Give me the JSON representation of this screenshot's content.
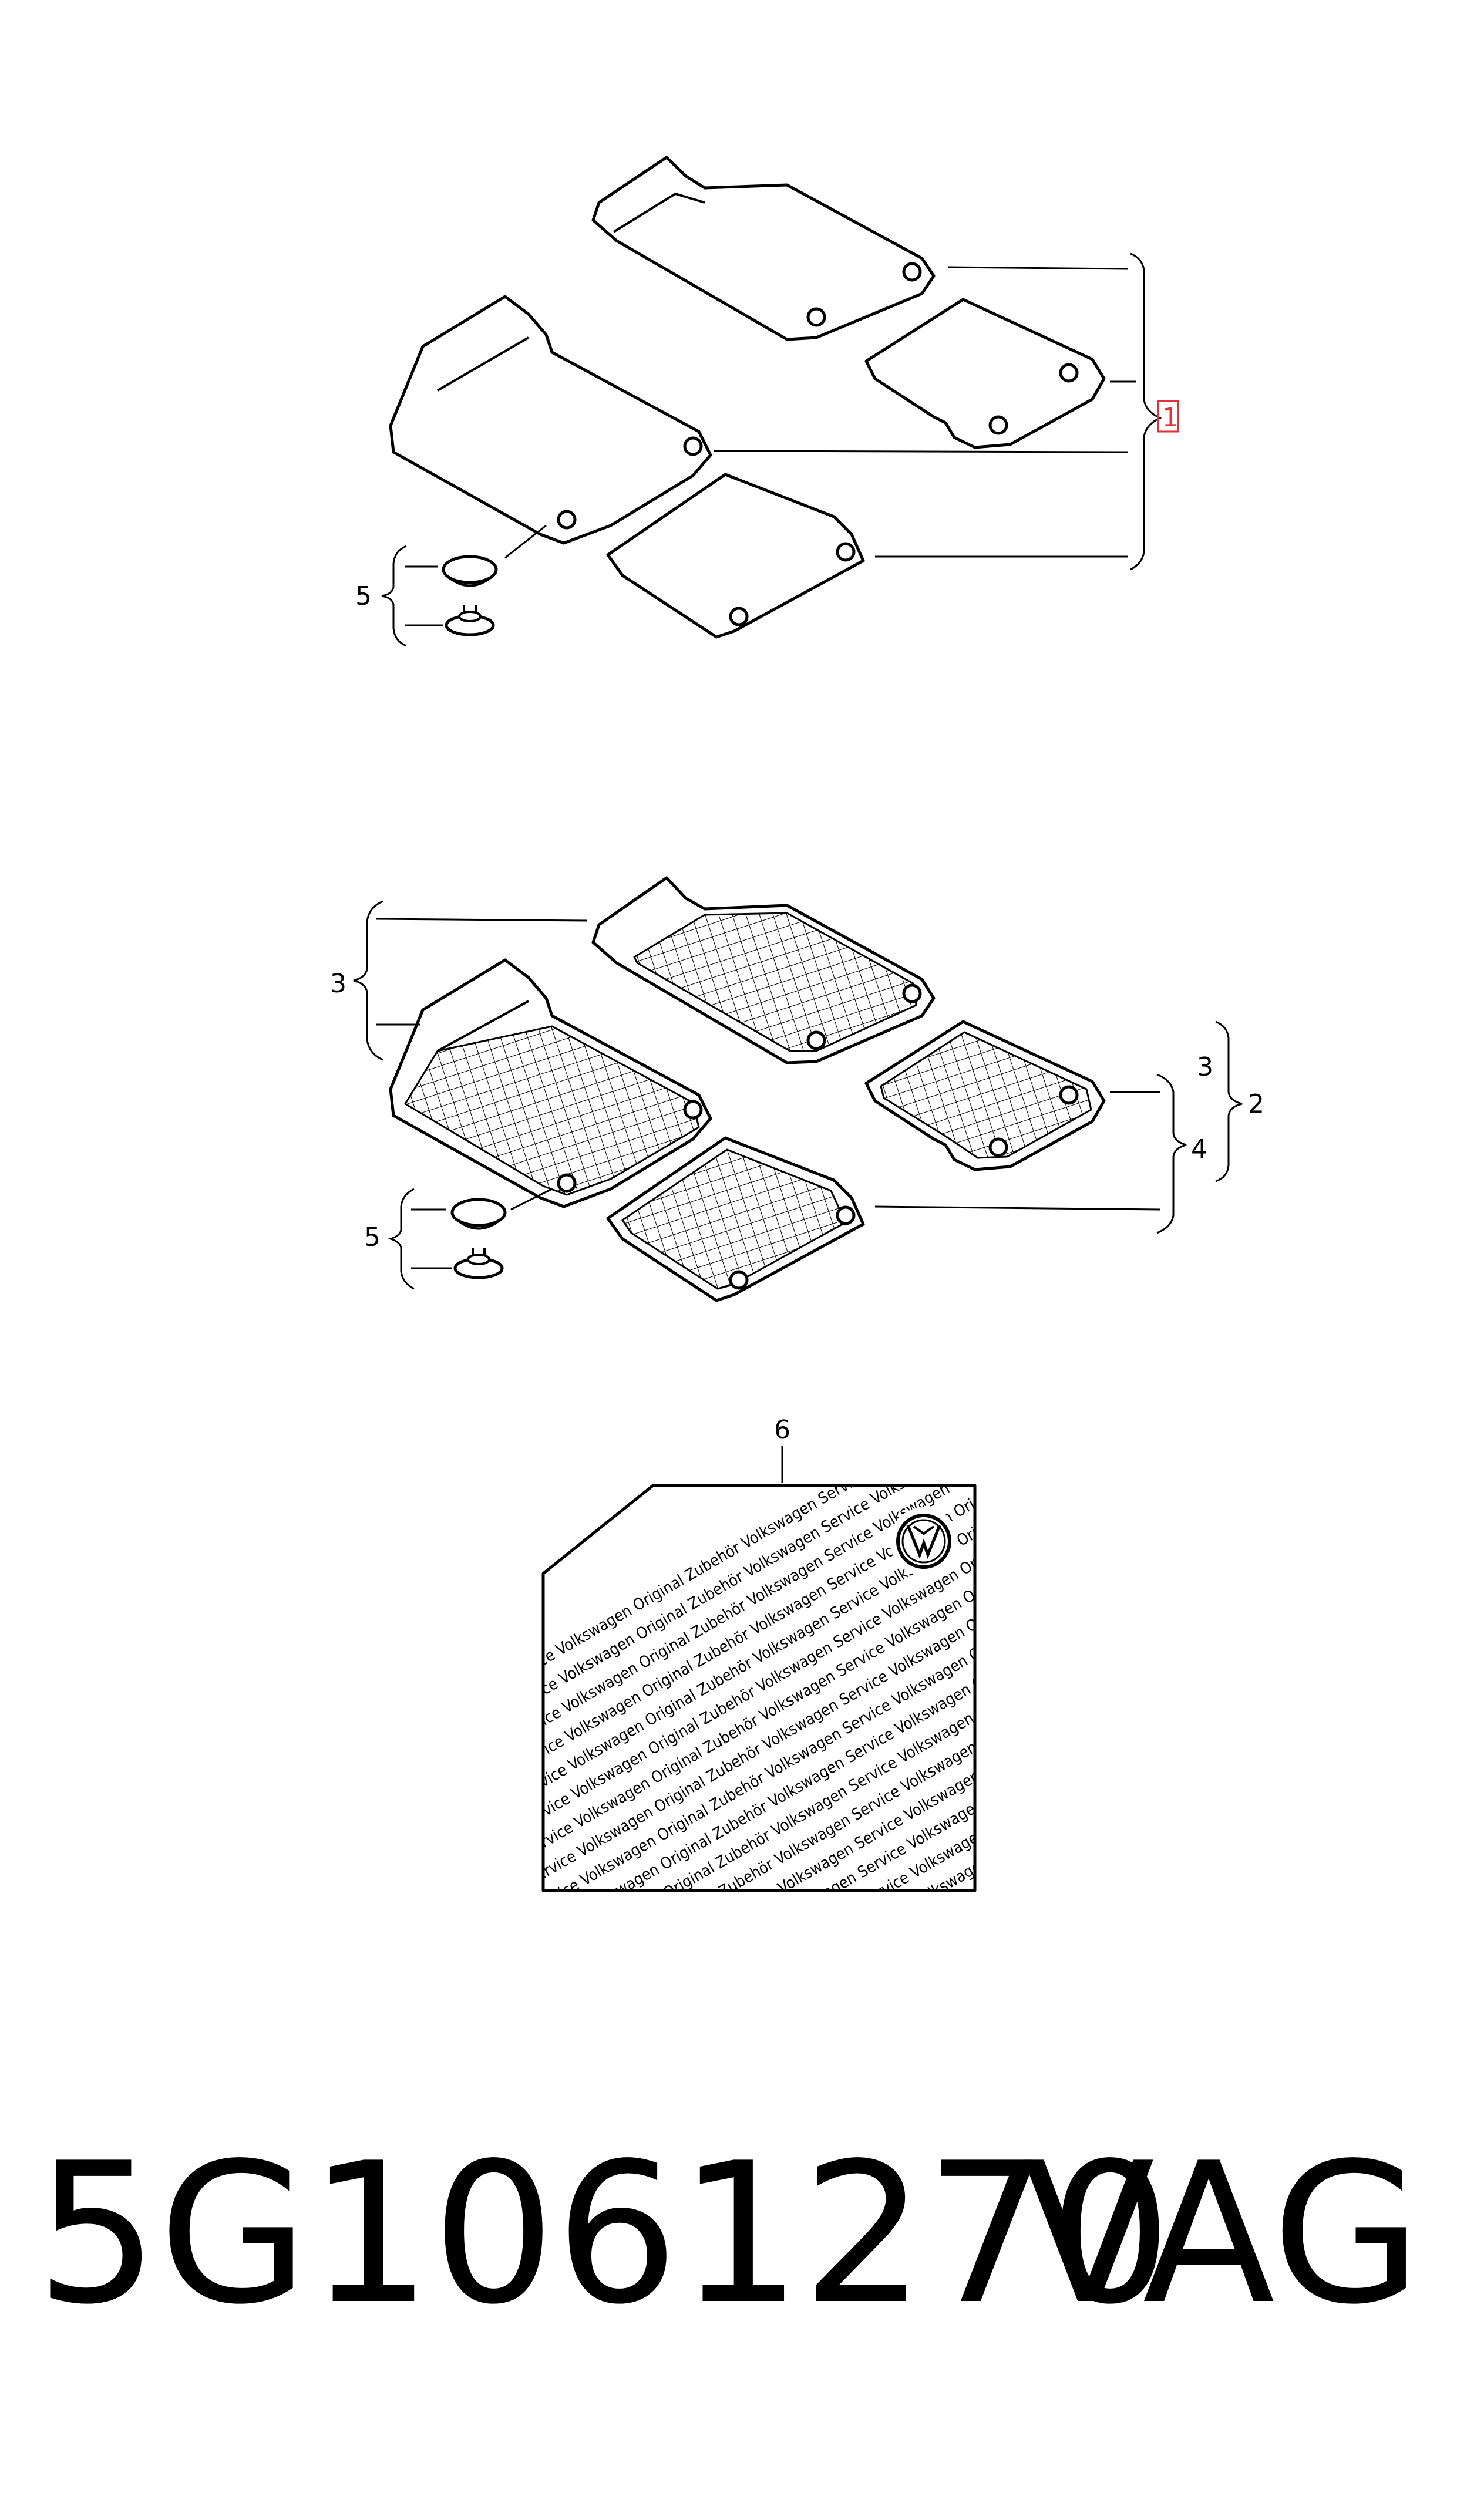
{
  "callouts": {
    "c1": "1",
    "c2": "2",
    "c3a": "3",
    "c3b": "3",
    "c4": "4",
    "c5a": "5",
    "c5b": "5",
    "c6": "6"
  },
  "label_sticker": {
    "repeat_text": "Volkswagen Service Volkswagen Original Zubehör Volkswagen Service Volkswagen Original Zubehör",
    "logo": "vw-logo"
  },
  "footer": {
    "part_number": "5G1061270",
    "brand": "VAG"
  },
  "colors": {
    "line": "#000000",
    "highlight": "#e0303a",
    "background": "#ffffff"
  }
}
